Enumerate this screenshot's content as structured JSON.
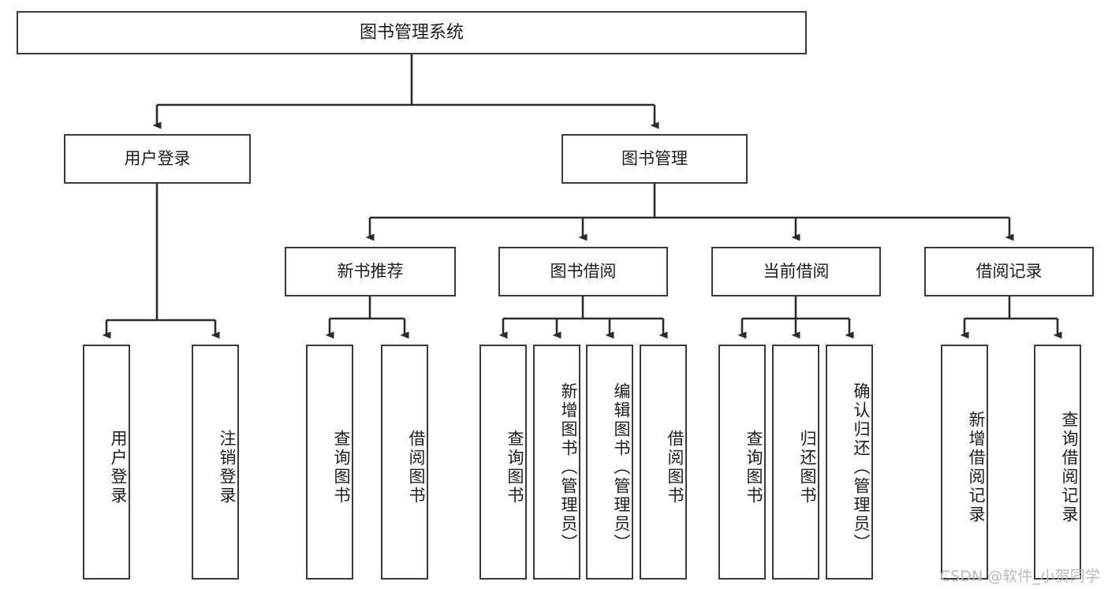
{
  "diagram": {
    "type": "tree-hierarchy",
    "title": "图书管理系统",
    "orientation": "top-down",
    "levels": 4,
    "colors": {
      "box_border": "#3a3a3a",
      "box_fill": "#ffffff",
      "connector": "#2b2b2b",
      "text": "#1d1d1d",
      "watermark": "#b9b9b9",
      "background": "#ffffff"
    }
  },
  "root": {
    "label": "图书管理系统"
  },
  "level2": [
    {
      "label": "用户登录"
    },
    {
      "label": "图书管理"
    }
  ],
  "level3": [
    {
      "label": "新书推荐"
    },
    {
      "label": "图书借阅"
    },
    {
      "label": "当前借阅"
    },
    {
      "label": "借阅记录"
    }
  ],
  "leaves": {
    "user_login": [
      {
        "label": "用户登录"
      },
      {
        "label": "注销登录"
      }
    ],
    "new_book_recommend": [
      {
        "label": "查询图书"
      },
      {
        "label": "借阅图书"
      }
    ],
    "book_borrow": [
      {
        "label": "查询图书"
      },
      {
        "label": "新增图书（管理员）"
      },
      {
        "label": "编辑图书（管理员）"
      },
      {
        "label": "借阅图书"
      }
    ],
    "current_borrow": [
      {
        "label": "查询图书"
      },
      {
        "label": "归还图书"
      },
      {
        "label": "确认归还（管理员）"
      }
    ],
    "borrow_record": [
      {
        "label": "新增借阅记录"
      },
      {
        "label": "查询借阅记录"
      }
    ]
  },
  "watermark": {
    "text": "CSDN @软件_小贺同学"
  }
}
